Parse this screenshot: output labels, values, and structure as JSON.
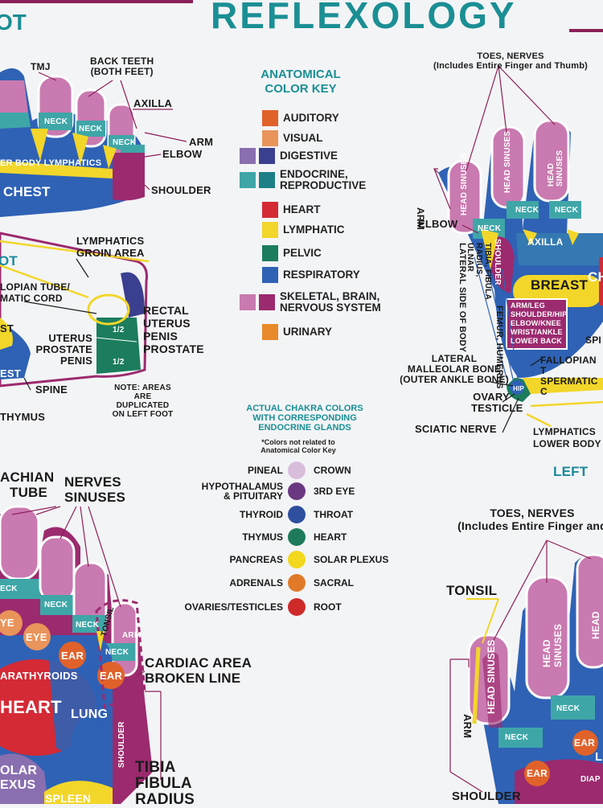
{
  "header": {
    "title": "REFLEXOLOGY",
    "left_title_fragment": "OT"
  },
  "color_key": {
    "heading_line1": "ANATOMICAL",
    "heading_line2": "COLOR KEY",
    "items": [
      {
        "label": "AUDITORY",
        "colors": [
          "#e0622a"
        ]
      },
      {
        "label": "VISUAL",
        "colors": [
          "#e9945a"
        ]
      },
      {
        "label": "DIGESTIVE",
        "colors": [
          "#8a6fb0",
          "#3a3f8f"
        ]
      },
      {
        "label": "ENDOCRINE,",
        "label2": "REPRODUCTIVE",
        "colors": [
          "#3fa6a8",
          "#1d8086"
        ]
      },
      {
        "label": "HEART",
        "colors": [
          "#d42a35"
        ]
      },
      {
        "label": "LYMPHATIC",
        "colors": [
          "#f2d62a"
        ]
      },
      {
        "label": "PELVIC",
        "colors": [
          "#1b7d5d"
        ]
      },
      {
        "label": "RESPIRATORY",
        "colors": [
          "#2f62b5"
        ]
      },
      {
        "label": "SKELETAL, BRAIN,",
        "label2": "NERVOUS SYSTEM",
        "colors": [
          "#c97ab0",
          "#9c2a6e"
        ]
      },
      {
        "label": "URINARY",
        "colors": [
          "#e88a2a"
        ]
      }
    ]
  },
  "chakra": {
    "heading_line1": "ACTUAL CHAKRA COLORS",
    "heading_line2": "WITH CORRESPONDING",
    "heading_line3": "ENDOCRINE GLANDS",
    "note_line1": "*Colors not related to",
    "note_line2": "Anatomical Color Key",
    "rows": [
      {
        "gland": "PINEAL",
        "chakra": "CROWN",
        "color": "#d9bedc"
      },
      {
        "gland": "HYPOTHALAMUS",
        "gland2": "& PITUITARY",
        "chakra": "3RD EYE",
        "color": "#6a3880"
      },
      {
        "gland": "THYROID",
        "chakra": "THROAT",
        "color": "#2d4f9e"
      },
      {
        "gland": "THYMUS",
        "chakra": "HEART",
        "color": "#1f7a5c"
      },
      {
        "gland": "PANCREAS",
        "chakra": "SOLAR PLEXUS",
        "color": "#f2d81e"
      },
      {
        "gland": "ADRENALS",
        "chakra": "SACRAL",
        "color": "#e07a28"
      },
      {
        "gland": "OVARIES/TESTICLES",
        "chakra": "ROOT",
        "color": "#cf2a2a"
      }
    ]
  },
  "left_top_foot": {
    "tmj": "TMJ",
    "back_teeth1": "BACK TEETH",
    "back_teeth2": "(BOTH FEET)",
    "axilla": "AXILLA",
    "arm": "ARM",
    "elbow": "ELBOW",
    "shoulder": "SHOULDER",
    "chest": "CHEST",
    "neck": "NECK",
    "lymphatics": "ER BODY LYMPHATICS"
  },
  "left_mid_foot": {
    "ot": "OT",
    "lymphatics1": "LYMPHATICS",
    "lymphatics2": "GROIN AREA",
    "fallopian1": "LOPIAN TUBE/",
    "fallopian2": "MATIC CORD",
    "rectal1": "RECTAL",
    "rectal2": "UTERUS",
    "rectal3": "PENIS",
    "rectal4": "PROSTATE",
    "uterus1": "UTERUS",
    "uterus2": "PROSTATE",
    "uterus3": "PENIS",
    "st": "ST",
    "est": "EST",
    "spine": "SPINE",
    "thymus": "THYMUS",
    "note1": "NOTE: AREAS ARE",
    "note2": "DUPLICATED",
    "note3": "ON LEFT FOOT",
    "half": "1/2"
  },
  "left_bottom_foot": {
    "eustachian1": "ACHIAN",
    "eustachian2": "TUBE",
    "nerves1": "NERVES",
    "nerves2": "SINUSES",
    "eck": "ECK",
    "neck": "NECK",
    "ye": "YE",
    "eye": "EYE",
    "ear": "EAR",
    "parathyroids": "ARATHYROIDS",
    "heart": "HEART",
    "lung": "LUNG",
    "tonsil": "TONSIL",
    "arm": "ARM",
    "shoulder": "SHOULDER",
    "cardiac1": "CARDIAC AREA",
    "cardiac2": "BROKEN LINE",
    "tibia1": "TIBIA",
    "tibia2": "FIBULA",
    "tibia3": "RADIUS",
    "solar1": "OLAR",
    "solar2": "EXUS",
    "spleen": "SPLEEN"
  },
  "right_top_foot": {
    "toes1": "TOES, NERVES",
    "toes2": "(Includes Entire Finger and Thumb)",
    "head_sinuses": "HEAD SINUSES",
    "arm": "ARM",
    "elbow": "ELBOW",
    "neck": "NECK",
    "shoulder": "SHOULDER",
    "axilla": "AXILLA",
    "breast": "BREAST",
    "ch": "CH",
    "tibia": "TIBIA, FIBULA RADIUS, ULNAR",
    "lateral_side": "LATERAL SIDE OF BODY",
    "femur": "FEMUR, HUMERUS",
    "box1": "ARM/LEG",
    "box2": "SHOULDER/HIP",
    "box3": "ELBOW/KNEE",
    "box4": "WRIST/ANKLE",
    "box5": "LOWER BACK",
    "spi": "SPI",
    "malleolar1": "LATERAL",
    "malleolar2": "MALLEOLAR BONE",
    "malleolar3": "(OUTER ANKLE BONE)",
    "fallopian1": "FALLOPIAN T",
    "fallopian2": "SPERMATIC C",
    "ovary1": "OVARY",
    "ovary2": "TESTICLE",
    "sciatic": "SCIATIC NERVE",
    "lymph1": "LYMPHATICS",
    "lymph2": "LOWER BODY",
    "left": "LEFT",
    "hip": "HIP"
  },
  "right_bottom_foot": {
    "toes1": "TOES, NERVES",
    "toes2": "(Includes Entire Finger and",
    "tonsil": "TONSIL",
    "head_sinuses": "HEAD SINUSES",
    "head": "HEAD",
    "arm": "ARM",
    "neck": "NECK",
    "ear": "EAR",
    "shoulder": "SHOULDER",
    "diap": "DIAP",
    "l": "L"
  }
}
